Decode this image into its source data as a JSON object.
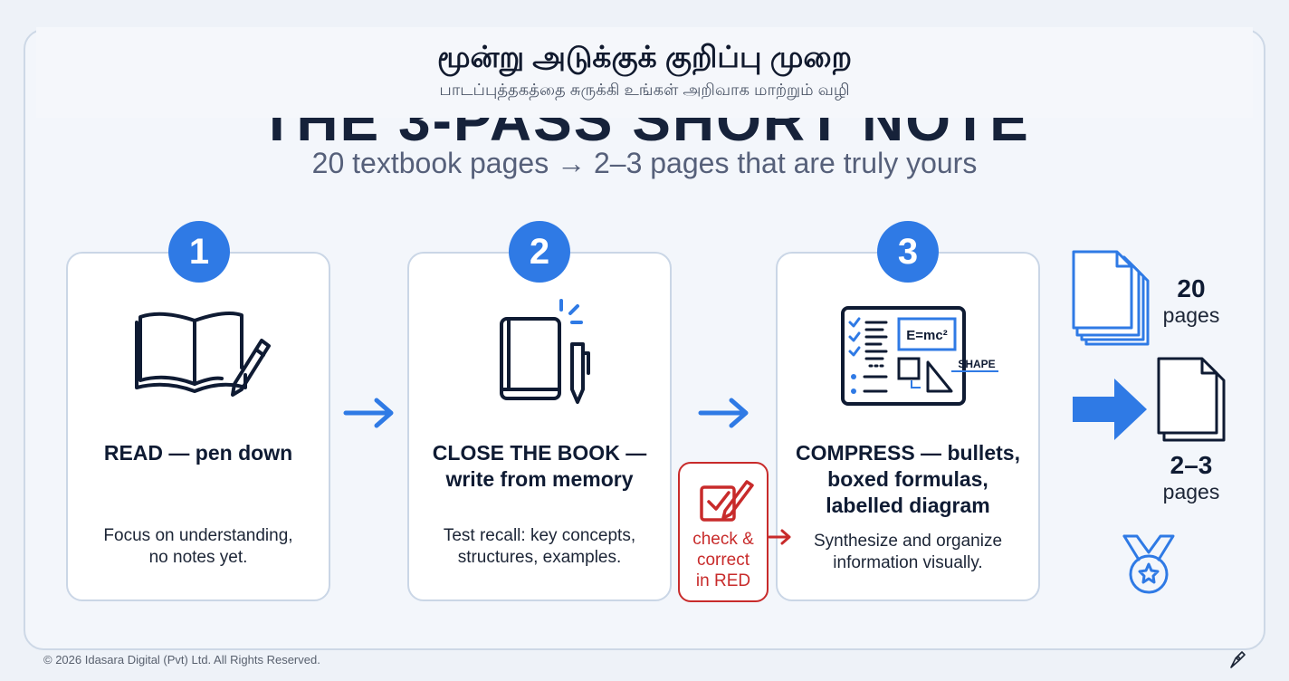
{
  "banner": {
    "title": "மூன்று அடுக்குக் குறிப்பு முறை",
    "subtitle": "பாடப்புத்தகத்தை சுருக்கி உங்கள் அறிவாக மாற்றும் வழி"
  },
  "background_title": "THE 3-PASS SHORT NOTE",
  "subtitle": "20 textbook pages → 2–3 pages that are truly yours",
  "steps": [
    {
      "number": "1",
      "title_line1": "READ — pen down",
      "title_line2": "",
      "title_line3": "",
      "desc_line1": "Focus on understanding,",
      "desc_line2": "no notes yet.",
      "icon": "open-book-pen-icon"
    },
    {
      "number": "2",
      "title_line1": "CLOSE THE BOOK —",
      "title_line2": "write from memory",
      "title_line3": "",
      "desc_line1": "Test recall: key concepts,",
      "desc_line2": "structures, examples.",
      "icon": "closed-book-pen-icon"
    },
    {
      "number": "3",
      "title_line1": "COMPRESS — bullets,",
      "title_line2": "boxed formulas,",
      "title_line3": "labelled diagram",
      "desc_line1": "Synthesize and organize",
      "desc_line2": "information visually.",
      "icon": "notes-board-icon"
    }
  ],
  "check_box": {
    "line1": "check &",
    "line2": "correct",
    "line3": "in RED",
    "icon": "check-pen-icon"
  },
  "board": {
    "formula": "E=mc²",
    "shape_label": "SHAPE"
  },
  "result": {
    "before_num": "20",
    "before_label": "pages",
    "after_num": "2–3",
    "after_label": "pages",
    "icon": "medal-star-icon"
  },
  "footer": "© 2026 Idasara Digital (Pvt) Ltd. All Rights Reserved.",
  "colors": {
    "accent_blue": "#2f7ae5",
    "red": "#c82b2b",
    "ink": "#0f1b33"
  }
}
